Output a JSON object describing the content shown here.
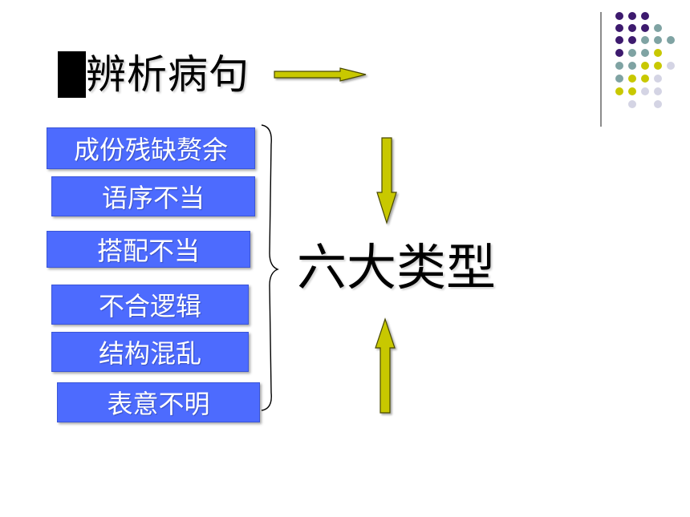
{
  "title": {
    "text": "辨析病句"
  },
  "categories": [
    "成份残缺赘余",
    "语序不当",
    "搭配不当",
    "不合逻辑",
    "结构混乱",
    "表意不明"
  ],
  "center": {
    "text": "六大类型"
  },
  "colors": {
    "box_fill": "#4d6bfe",
    "arrow_fill": "#c8c800",
    "dot_purple": "#3d1a6e",
    "dot_teal": "#7fa3a3",
    "dot_yellow": "#c8c800",
    "dot_lavender": "#d4d4e4"
  }
}
